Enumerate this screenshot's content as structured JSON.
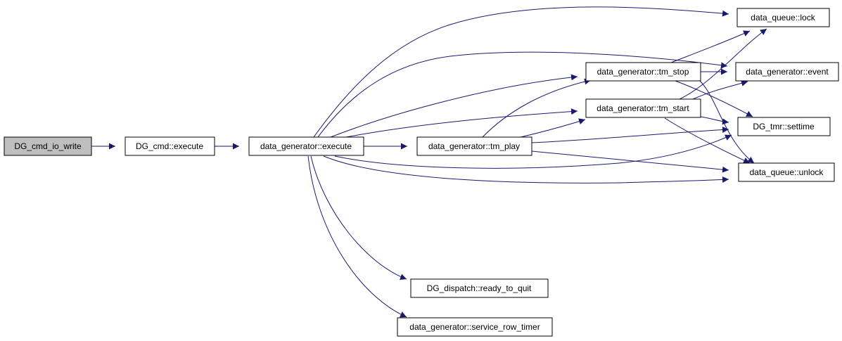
{
  "colors": {
    "edge": "#191970",
    "root_fill": "#bfbfbf",
    "node_fill": "#ffffff",
    "node_border": "#000000"
  },
  "nodes": {
    "dg_cmd_io_write": "DG_cmd_io_write",
    "dg_cmd_execute": "DG_cmd::execute",
    "data_generator_execute": "data_generator::execute",
    "tm_play": "data_generator::tm_play",
    "tm_stop": "data_generator::tm_stop",
    "tm_start": "data_generator::tm_start",
    "dg_dispatch_ready_to_quit": "DG_dispatch::ready_to_quit",
    "service_row_timer": "data_generator::service_row_timer",
    "data_queue_lock": "data_queue::lock",
    "data_generator_event": "data_generator::event",
    "dg_tmr_settime": "DG_tmr::settime",
    "data_queue_unlock": "data_queue::unlock"
  },
  "edges": [
    [
      "dg_cmd_io_write",
      "dg_cmd_execute"
    ],
    [
      "dg_cmd_execute",
      "data_generator_execute"
    ],
    [
      "data_generator_execute",
      "tm_play"
    ],
    [
      "data_generator_execute",
      "tm_stop"
    ],
    [
      "data_generator_execute",
      "tm_start"
    ],
    [
      "data_generator_execute",
      "data_queue_lock"
    ],
    [
      "data_generator_execute",
      "data_generator_event"
    ],
    [
      "data_generator_execute",
      "dg_tmr_settime"
    ],
    [
      "data_generator_execute",
      "data_queue_unlock"
    ],
    [
      "data_generator_execute",
      "dg_dispatch_ready_to_quit"
    ],
    [
      "data_generator_execute",
      "service_row_timer"
    ],
    [
      "tm_play",
      "tm_start"
    ],
    [
      "tm_play",
      "tm_stop"
    ],
    [
      "tm_play",
      "dg_tmr_settime"
    ],
    [
      "tm_play",
      "data_queue_unlock"
    ],
    [
      "tm_stop",
      "data_queue_lock"
    ],
    [
      "tm_stop",
      "data_generator_event"
    ],
    [
      "tm_stop",
      "dg_tmr_settime"
    ],
    [
      "tm_stop",
      "data_queue_unlock"
    ],
    [
      "tm_start",
      "data_queue_lock"
    ],
    [
      "tm_start",
      "data_generator_event"
    ],
    [
      "tm_start",
      "dg_tmr_settime"
    ],
    [
      "tm_start",
      "data_queue_unlock"
    ]
  ]
}
